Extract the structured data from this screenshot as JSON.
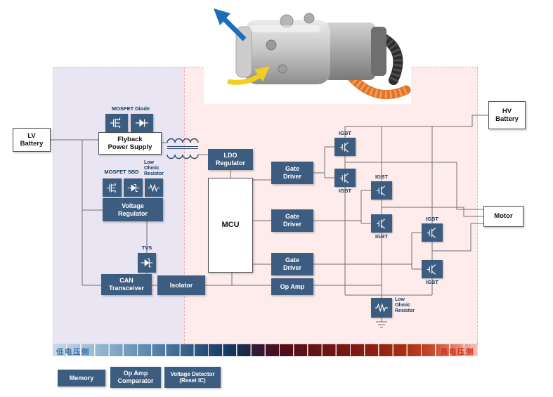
{
  "colors": {
    "block_blue": "#3d5d80",
    "caption_navy": "#10375f",
    "low_voltage_zone_fill": "#e9e5f2",
    "high_voltage_zone_fill": "#fdeceb",
    "low_voltage_label_blue": "#3e6fa7",
    "high_voltage_label_red": "#d03122",
    "orange_hose": "#e0742a",
    "blue_arrow": "#1f6db8",
    "yellow_arrow": "#f2cf1e"
  },
  "blocks": {
    "lv_battery": "LV\nBattery",
    "hv_battery": "HV\nBattery",
    "motor": "Motor",
    "flyback": "Flyback\nPower Supply",
    "ldo": "LDO\nRegulator",
    "mcu": "MCU",
    "voltage_regulator": "Voltage\nRegulator",
    "can_transceiver": "CAN\nTransceiver",
    "isolator": "Isolator",
    "gate_driver": "Gate\nDriver",
    "op_amp": "Op Amp"
  },
  "captions": {
    "mosfet_diode": "MOSFET Diode",
    "mosfet_sbd": "MOSFET SBD",
    "low_ohmic_resistor_small": "Low\nOhmic\nResistor",
    "tvs": "TVS",
    "igbt": "IGBT",
    "low_ohmic_resistor_shunt": "Low\nOhmic\nResistor"
  },
  "zones": {
    "low_voltage": "低电压侧",
    "high_voltage": "高电压侧"
  },
  "bottom_components": {
    "memory": "Memory",
    "op_amp_comparator": "Op Amp\nComparator",
    "voltage_detector": "Voltage Detector\n(Reset IC)"
  }
}
